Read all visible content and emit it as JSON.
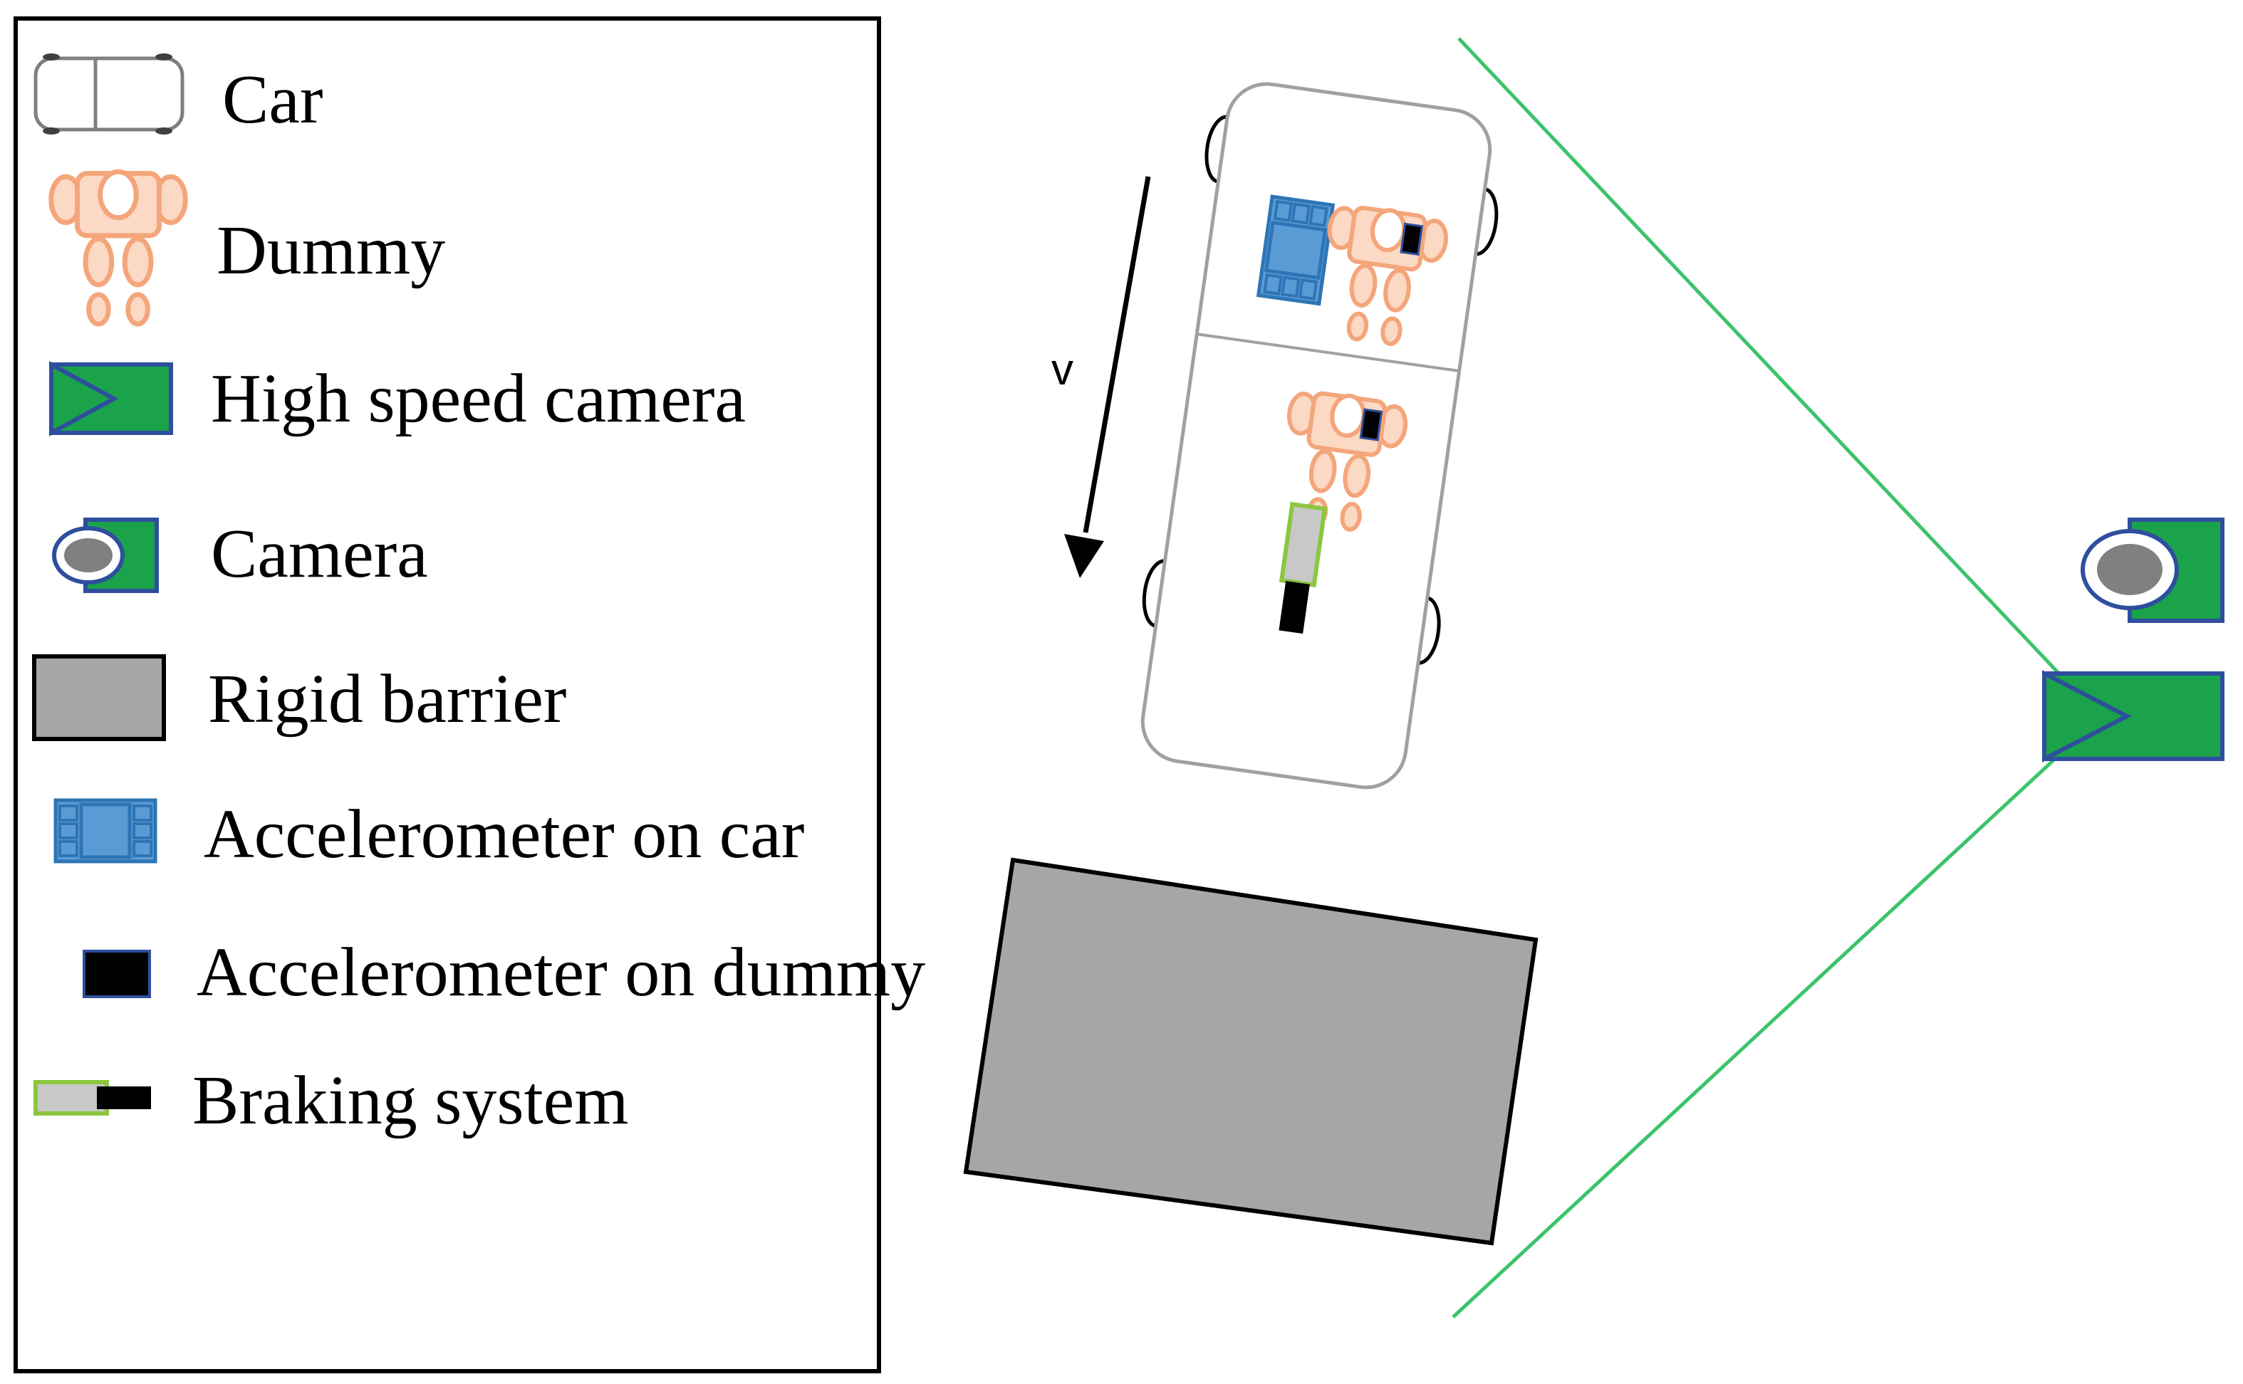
{
  "legend": {
    "items": [
      {
        "key": "car",
        "label": "Car",
        "icon": "car-icon"
      },
      {
        "key": "dummy",
        "label": "Dummy",
        "icon": "dummy-icon"
      },
      {
        "key": "high_speed_camera",
        "label": "High speed camera",
        "icon": "high-speed-camera-icon"
      },
      {
        "key": "camera",
        "label": "Camera",
        "icon": "camera-icon"
      },
      {
        "key": "rigid_barrier",
        "label": "Rigid barrier",
        "icon": "rigid-barrier-icon"
      },
      {
        "key": "accelerometer_on_car",
        "label": "Accelerometer on car",
        "icon": "accelerometer-car-icon"
      },
      {
        "key": "accelerometer_on_dummy",
        "label": "Accelerometer on dummy",
        "icon": "accelerometer-dummy-icon"
      },
      {
        "key": "braking_system",
        "label": "Braking system",
        "icon": "braking-system-icon"
      }
    ]
  },
  "scene": {
    "velocity_label": "v"
  },
  "colors": {
    "camera_green": "#1aa34a",
    "camera_outline": "#2e4e9e",
    "dummy_fill": "#fbd9c4",
    "dummy_stroke": "#f4a57a",
    "accelerometer_blue": "#5b9bd5",
    "accelerometer_blue_stroke": "#2e75b6",
    "barrier_gray": "#a6a6a6",
    "field_of_view_green": "#3cc36b",
    "brake_green": "#8cc63f"
  }
}
